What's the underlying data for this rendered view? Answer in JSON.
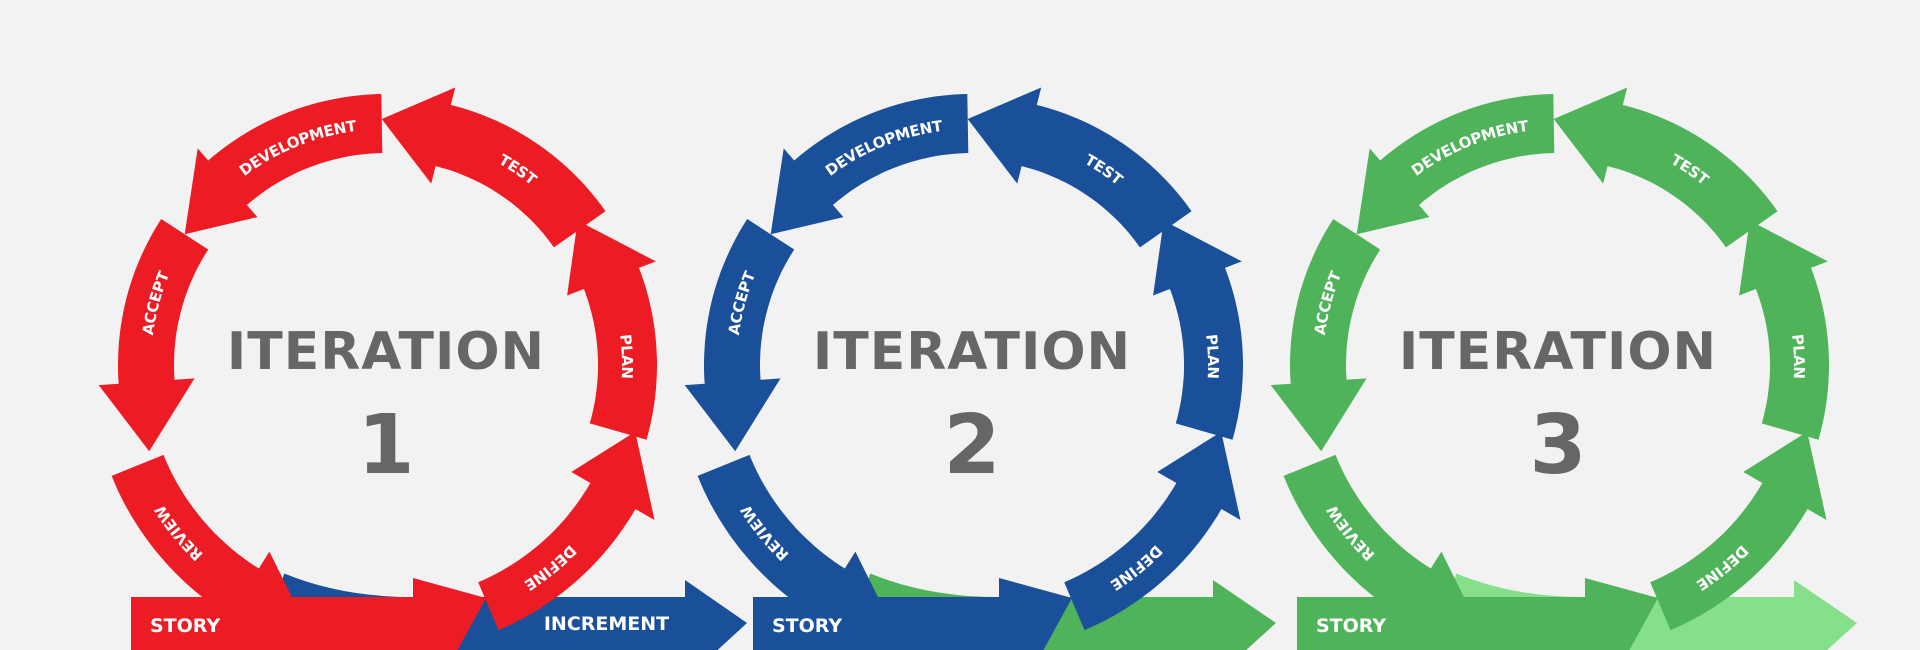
{
  "colors": {
    "background": "#f2f2f2",
    "text": "#666666",
    "label": "#ffffff"
  },
  "stages": [
    "DEVELOPMENT",
    "TEST",
    "PLAN",
    "DEFINE",
    "REVIEW",
    "ACCEPT"
  ],
  "iterations": [
    {
      "title": "ITERATION",
      "number": "1",
      "color": "#ed1c24",
      "labels": {
        "development": "DEVELOPMENT",
        "test": "TEST",
        "plan": "PLAN",
        "define": "DEFINE",
        "review": "REVIEW",
        "accept": "ACCEPT"
      },
      "story_label": "STORY",
      "increment_label": "INCREMENT",
      "increment_color": "#1a4f99"
    },
    {
      "title": "ITERATION",
      "number": "2",
      "color": "#1a4f99",
      "labels": {
        "development": "DEVELOPMENT",
        "test": "TEST",
        "plan": "PLAN",
        "define": "DEFINE",
        "review": "REVIEW",
        "accept": "ACCEPT"
      },
      "story_label": "STORY",
      "increment_label": "",
      "increment_color": "#4fb35a"
    },
    {
      "title": "ITERATION",
      "number": "3",
      "color": "#4fb35a",
      "labels": {
        "development": "DEVELOPMENT",
        "test": "TEST",
        "plan": "PLAN",
        "define": "DEFINE",
        "review": "REVIEW",
        "accept": "ACCEPT"
      },
      "story_label": "STORY",
      "increment_label": "",
      "increment_color": "#86e08a"
    }
  ]
}
